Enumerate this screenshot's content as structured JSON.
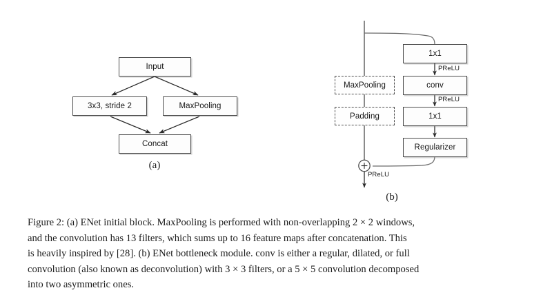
{
  "figure": {
    "caption_lines": [
      "Figure 2: (a) ENet initial block. MaxPooling is performed with non-overlapping 2 × 2 windows,",
      "and the convolution has 13 filters, which sums up to 16 feature maps after concatenation. This",
      "is heavily inspired by [28]. (b) ENet bottleneck module. conv is either a regular, dilated, or full",
      "convolution (also known as deconvolution) with 3 × 3 filters, or a 5 × 5 convolution decomposed",
      "into two asymmetric ones."
    ]
  },
  "diagram_a": {
    "label": "(a)",
    "nodes": {
      "input": "Input",
      "conv": "3x3, stride 2",
      "maxpool": "MaxPooling",
      "concat": "Concat"
    }
  },
  "diagram_b": {
    "label": "(b)",
    "left_branch": {
      "maxpool": "MaxPooling",
      "padding": "Padding"
    },
    "main_branch": {
      "conv_1x1_in": "1x1",
      "conv": "conv",
      "conv_1x1_out": "1x1",
      "regularizer": "Regularizer"
    },
    "edge_labels": {
      "prelu_1": "PReLU",
      "prelu_2": "PReLU",
      "prelu_out": "PReLU"
    },
    "sum_node": "+"
  },
  "colors": {
    "background": "#ffffff",
    "box_stroke": "#4a4a4a",
    "box_fill": "#fdfdfd",
    "wire": "#3a3a3a",
    "text": "#151515"
  }
}
